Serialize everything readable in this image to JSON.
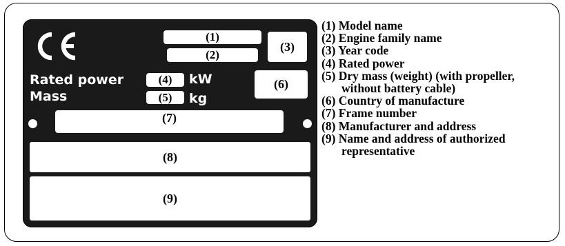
{
  "plate": {
    "ce_mark": "CE",
    "rated_power_label": "Rated power",
    "power_unit": "kW",
    "mass_label": "Mass",
    "mass_unit": "kg",
    "fields": {
      "f1": "(1)",
      "f2": "(2)",
      "f3": "(3)",
      "f4": "(4)",
      "f5": "(5)",
      "f6": "(6)",
      "f7": "(7)",
      "f8": "(8)",
      "f9": "(9)"
    }
  },
  "legend": [
    "(1) Model name",
    "(2) Engine family name",
    "(3) Year code",
    "(4) Rated power",
    "(5) Dry mass (weight) (with propeller, without battery cable)",
    "(6) Country of manufacture",
    "(7) Frame number",
    "(8) Manufacturer and address",
    "(9) Name and address of authorized representative"
  ]
}
